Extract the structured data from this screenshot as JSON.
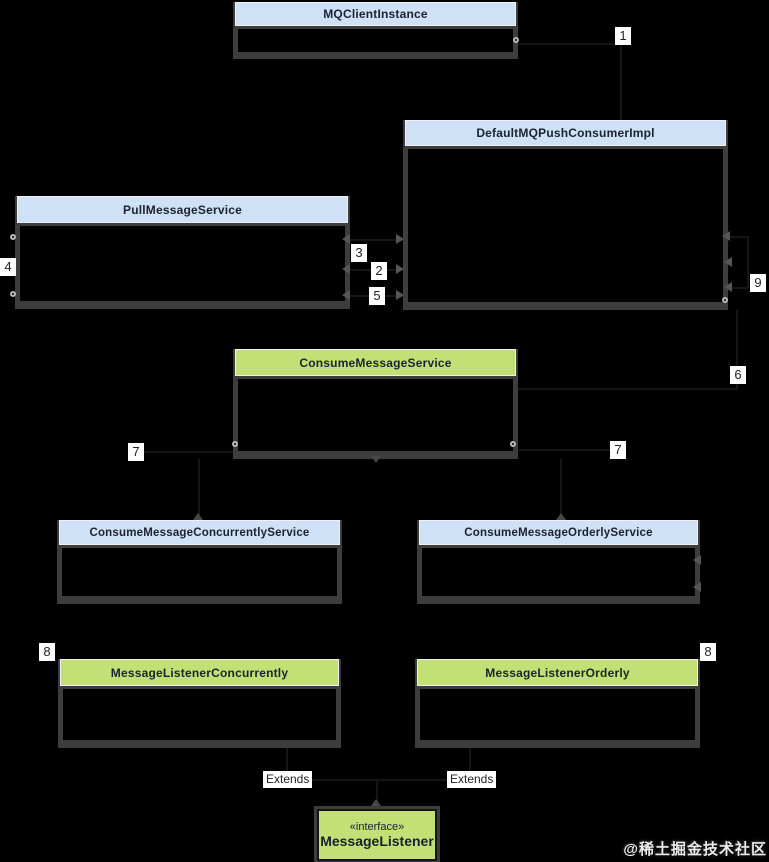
{
  "diagram": {
    "classes": [
      {
        "name": "MQClientInstance",
        "header": "blue"
      },
      {
        "name": "DefaultMQPushConsumerImpl",
        "header": "blue"
      },
      {
        "name": "PullMessageService",
        "header": "blue"
      },
      {
        "name": "ConsumeMessageService",
        "header": "green"
      },
      {
        "name": "ConsumeMessageConcurrentlyService",
        "header": "blue"
      },
      {
        "name": "ConsumeMessageOrderlyService",
        "header": "blue"
      },
      {
        "name": "MessageListenerConcurrently",
        "header": "green"
      },
      {
        "name": "MessageListenerOrderly",
        "header": "green"
      },
      {
        "name": "MessageListener",
        "stereotype": "«interface»",
        "header": "green"
      }
    ],
    "sequence_labels": {
      "n1": "1",
      "n2": "2",
      "n3": "3",
      "n4": "4",
      "n5": "5",
      "n6": "6",
      "n7_left": "7",
      "n7_right": "7",
      "n8_left": "8",
      "n8_right": "8",
      "n9": "9"
    },
    "edge_labels": {
      "extends_left": "Extends",
      "extends_right": "Extends"
    },
    "colors": {
      "background": "#000000",
      "header_blue": "#cfe1f6",
      "header_green": "#c3e076",
      "frame": "#3d3d3d",
      "chip_bg": "#ffffff",
      "chip_text": "#222222"
    }
  },
  "watermark": {
    "text": "@稀土掘金技术社区"
  }
}
